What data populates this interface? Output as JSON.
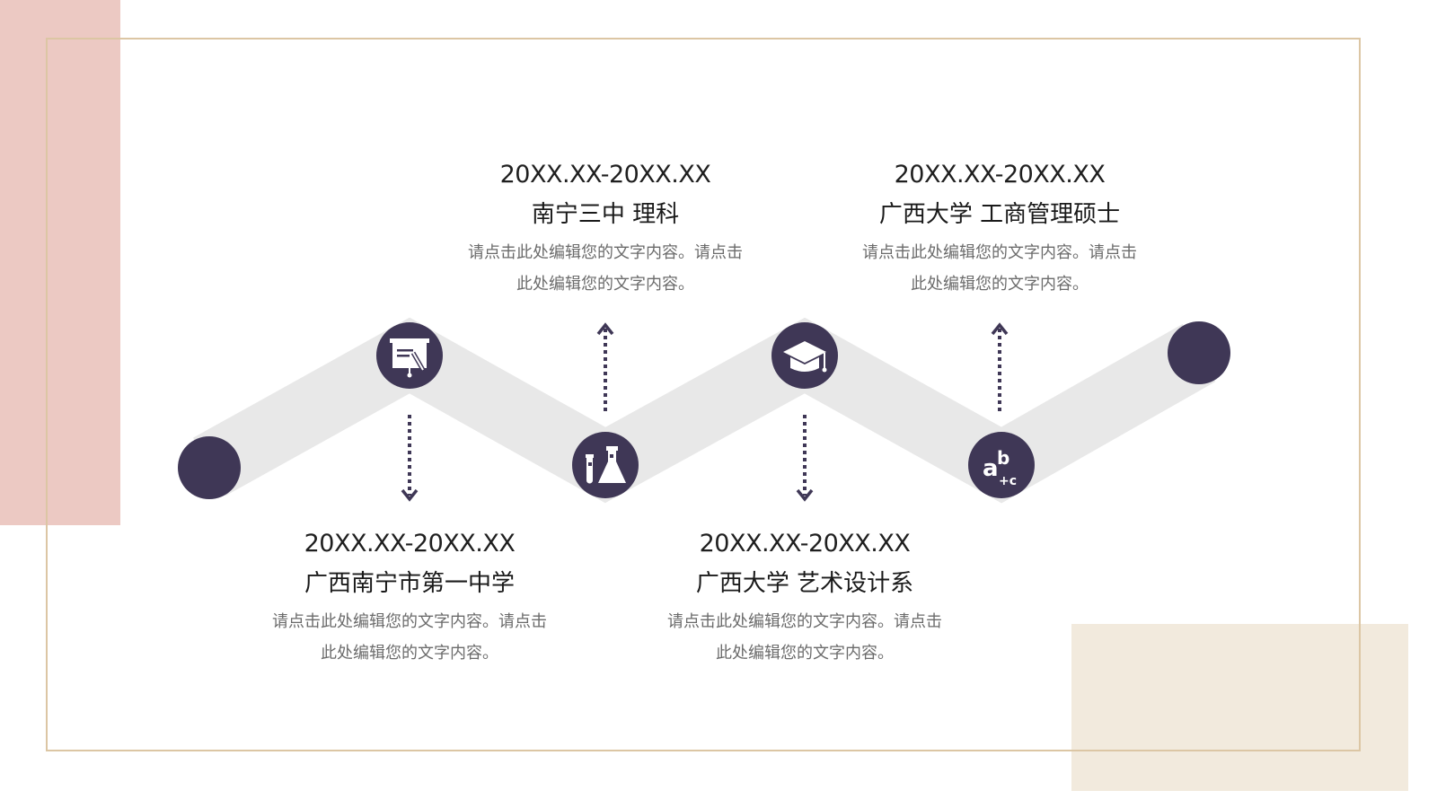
{
  "colors": {
    "accent_dark": "#3f3756",
    "band": "#e8e8e8",
    "frame": "#dcc6a4",
    "pink_block": "#ecc9c3",
    "beige_block": "#f2eadd"
  },
  "timeline": {
    "nodes": [
      {
        "id": "start",
        "icon": "none"
      },
      {
        "id": "n1",
        "icon": "presentation-board-icon"
      },
      {
        "id": "n2",
        "icon": "flask-test-tube-icon"
      },
      {
        "id": "n3",
        "icon": "graduation-cap-icon"
      },
      {
        "id": "n4",
        "icon": "abc-icon",
        "glyph_a": "a",
        "glyph_b": "b",
        "glyph_c": "+c"
      },
      {
        "id": "end",
        "icon": "none"
      }
    ],
    "entries": [
      {
        "date": "20XX.XX-20XX.XX",
        "title": "广西南宁市第一中学",
        "desc": "请点击此处编辑您的文字内容。请点击此处编辑您的文字内容。",
        "position": "below",
        "arrow": "down"
      },
      {
        "date": "20XX.XX-20XX.XX",
        "title": "南宁三中 理科",
        "desc": "请点击此处编辑您的文字内容。请点击此处编辑您的文字内容。",
        "position": "above",
        "arrow": "up"
      },
      {
        "date": "20XX.XX-20XX.XX",
        "title": "广西大学 艺术设计系",
        "desc": "请点击此处编辑您的文字内容。请点击此处编辑您的文字内容。",
        "position": "below",
        "arrow": "down"
      },
      {
        "date": "20XX.XX-20XX.XX",
        "title": "广西大学 工商管理硕士",
        "desc": "请点击此处编辑您的文字内容。请点击此处编辑您的文字内容。",
        "position": "above",
        "arrow": "up"
      }
    ]
  }
}
